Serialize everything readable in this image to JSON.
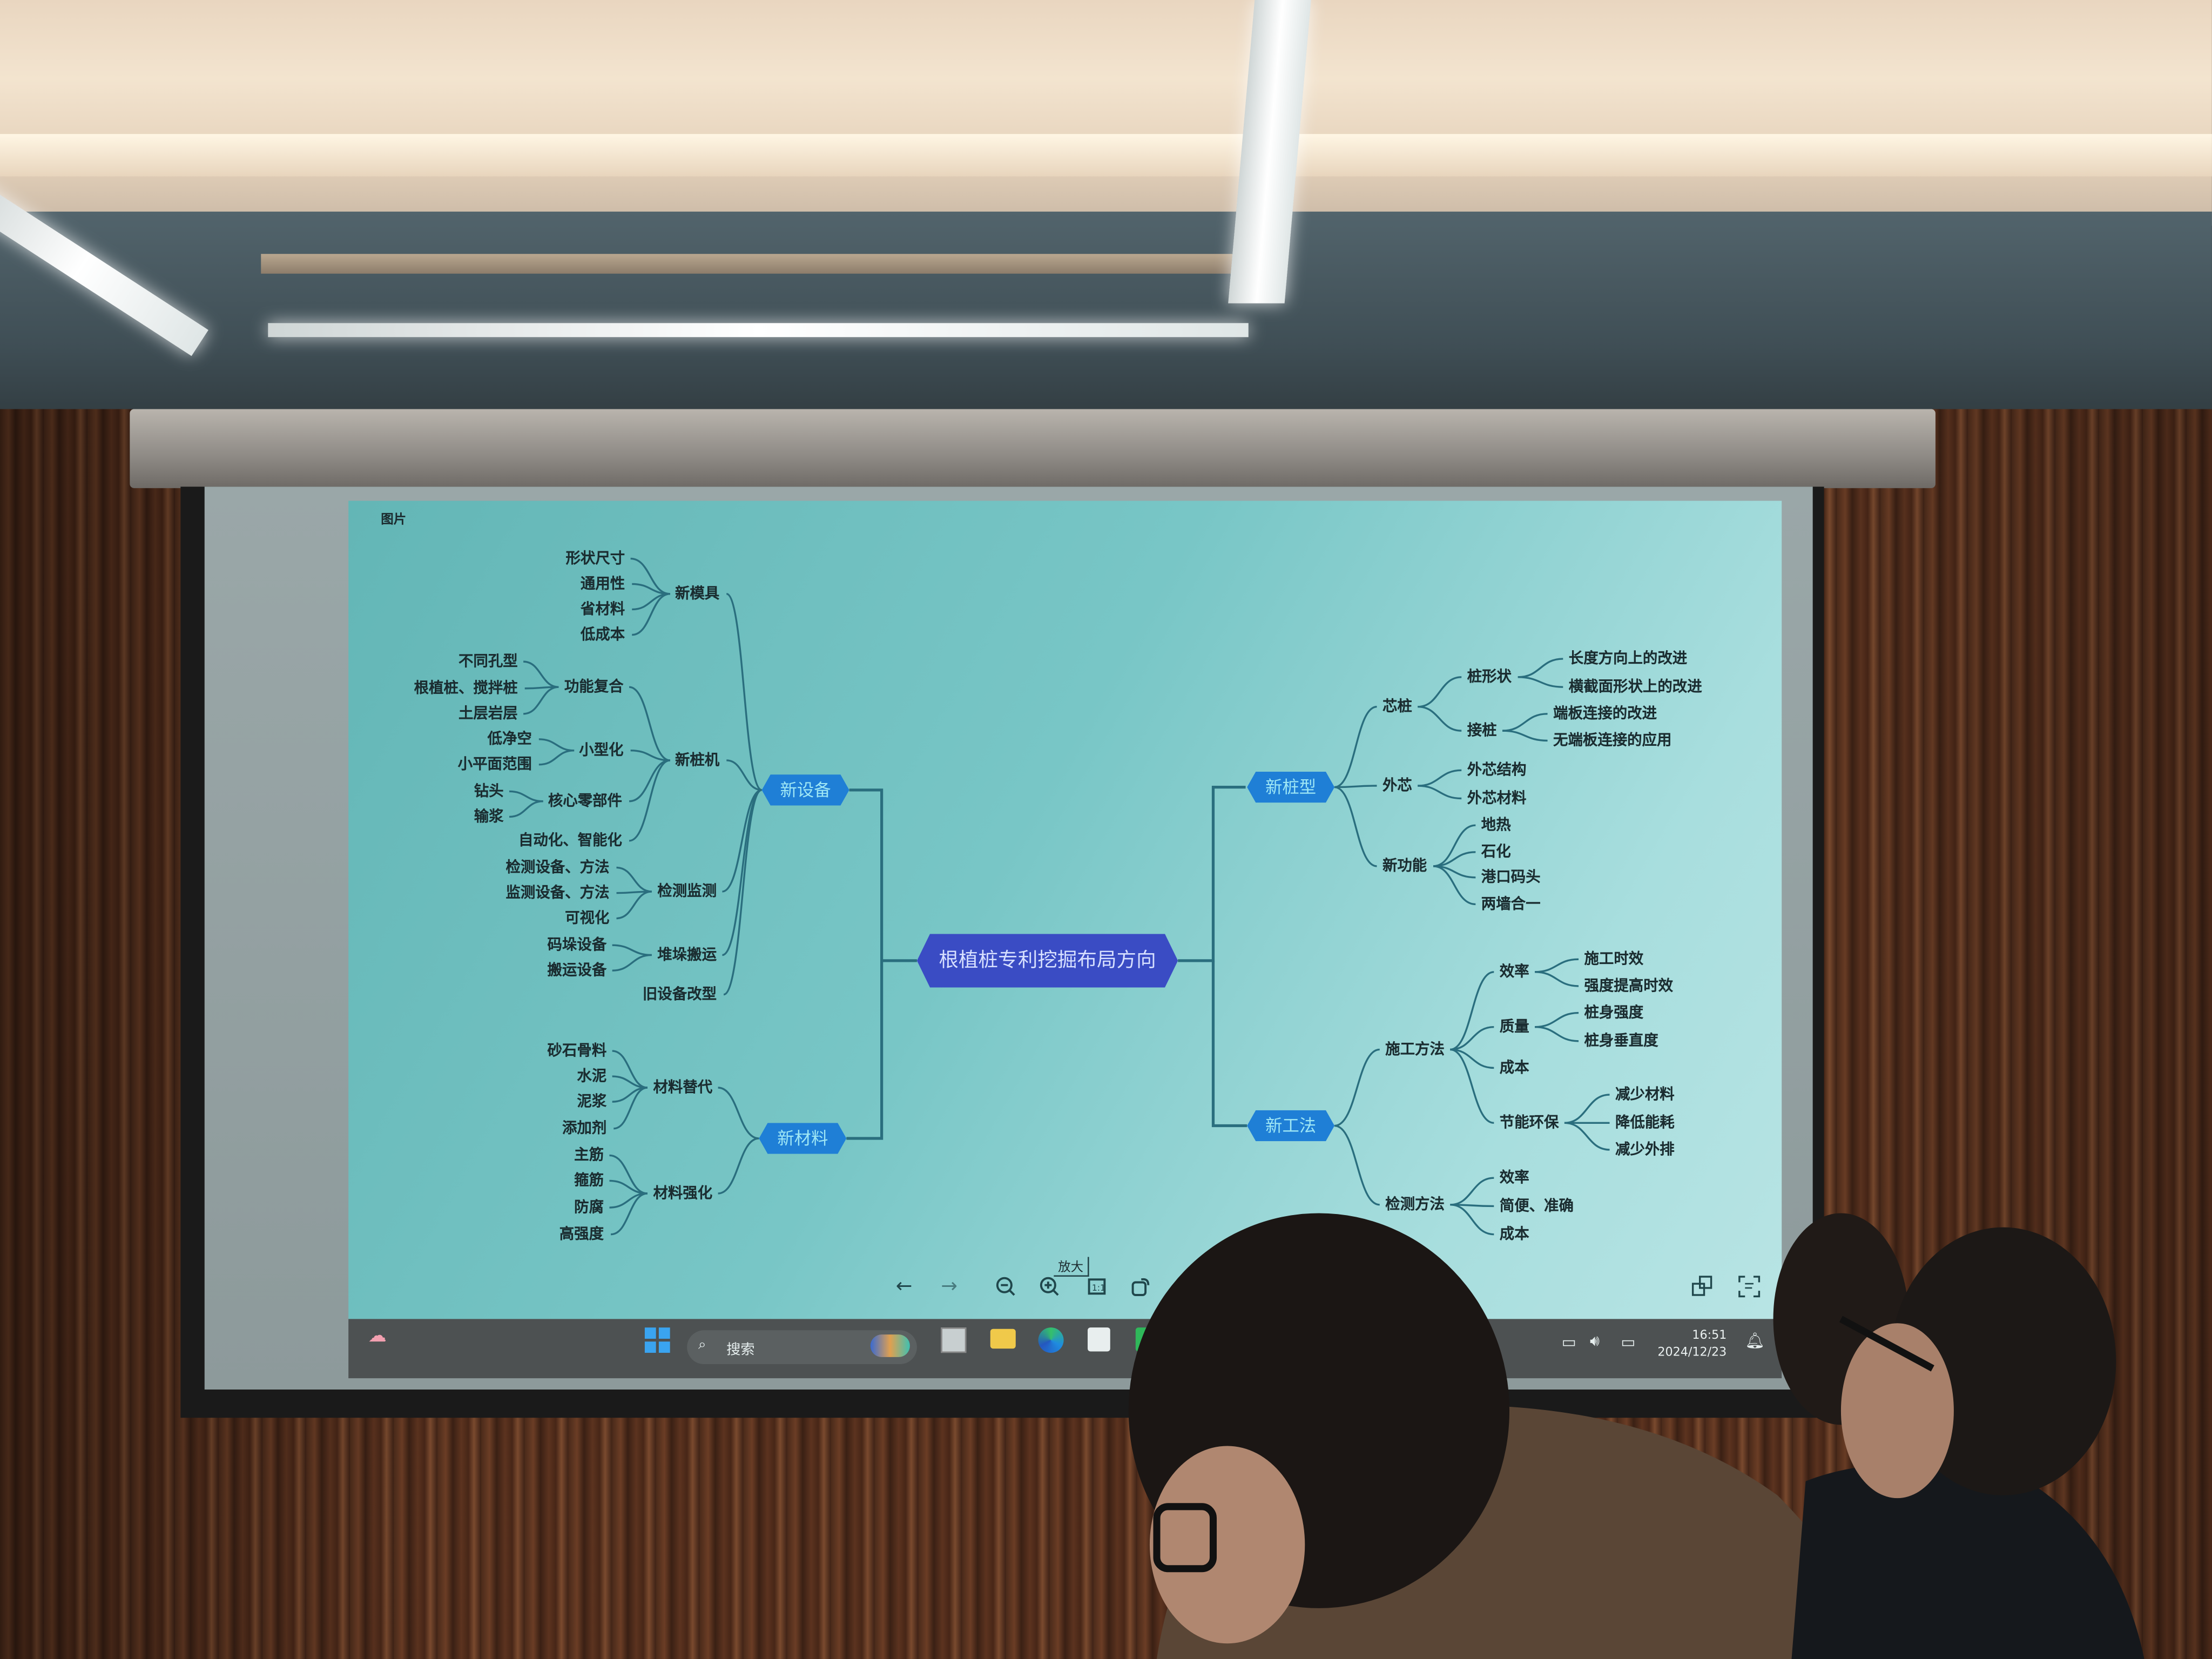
{
  "viewer": {
    "title": "图片",
    "tooltip": "放大",
    "toolbar": {
      "prev_icon": "arrow-left-icon",
      "next_icon": "arrow-right-icon",
      "zoom_out_icon": "zoom-out-icon",
      "zoom_in_icon": "zoom-in-icon",
      "actual_size_icon": "actual-size-icon",
      "rotate_icon": "rotate-icon",
      "visual_search_icon": "visual-search-icon",
      "text_recognition_icon": "text-scan-icon"
    }
  },
  "mindmap": {
    "root": "根植桩专利挖掘布局方向",
    "left": [
      {
        "label": "新设备",
        "children": [
          {
            "label": "新模具",
            "children": [
              {
                "label": "形状尺寸"
              },
              {
                "label": "通用性"
              },
              {
                "label": "省材料"
              },
              {
                "label": "低成本"
              }
            ]
          },
          {
            "label": "新桩机",
            "children": [
              {
                "label": "功能复合",
                "children": [
                  {
                    "label": "不同孔型"
                  },
                  {
                    "label": "根植桩、搅拌桩"
                  },
                  {
                    "label": "土层岩层"
                  }
                ]
              },
              {
                "label": "小型化",
                "children": [
                  {
                    "label": "低净空"
                  },
                  {
                    "label": "小平面范围"
                  }
                ]
              },
              {
                "label": "核心零部件",
                "children": [
                  {
                    "label": "钻头"
                  },
                  {
                    "label": "输浆"
                  }
                ]
              },
              {
                "label": "自动化、智能化"
              }
            ]
          },
          {
            "label": "检测监测",
            "children": [
              {
                "label": "检测设备、方法"
              },
              {
                "label": "监测设备、方法"
              },
              {
                "label": "可视化"
              }
            ]
          },
          {
            "label": "堆垛搬运",
            "children": [
              {
                "label": "码垛设备"
              },
              {
                "label": "搬运设备"
              }
            ]
          },
          {
            "label": "旧设备改型"
          }
        ]
      },
      {
        "label": "新材料",
        "children": [
          {
            "label": "材料替代",
            "children": [
              {
                "label": "砂石骨料"
              },
              {
                "label": "水泥"
              },
              {
                "label": "泥浆"
              },
              {
                "label": "添加剂"
              }
            ]
          },
          {
            "label": "材料强化",
            "children": [
              {
                "label": "主筋"
              },
              {
                "label": "箍筋"
              },
              {
                "label": "防腐"
              },
              {
                "label": "高强度"
              }
            ]
          }
        ]
      }
    ],
    "right": [
      {
        "label": "新桩型",
        "children": [
          {
            "label": "芯桩",
            "children": [
              {
                "label": "桩形状",
                "children": [
                  {
                    "label": "长度方向上的改进"
                  },
                  {
                    "label": "横截面形状上的改进"
                  }
                ]
              },
              {
                "label": "接桩",
                "children": [
                  {
                    "label": "端板连接的改进"
                  },
                  {
                    "label": "无端板连接的应用"
                  }
                ]
              }
            ]
          },
          {
            "label": "外芯",
            "children": [
              {
                "label": "外芯结构"
              },
              {
                "label": "外芯材料"
              }
            ]
          },
          {
            "label": "新功能",
            "children": [
              {
                "label": "地热"
              },
              {
                "label": "石化"
              },
              {
                "label": "港口码头"
              },
              {
                "label": "两墙合一"
              }
            ]
          }
        ]
      },
      {
        "label": "新工法",
        "children": [
          {
            "label": "施工方法",
            "children": [
              {
                "label": "效率",
                "children": [
                  {
                    "label": "施工时效"
                  },
                  {
                    "label": "强度提高时效"
                  }
                ]
              },
              {
                "label": "质量",
                "children": [
                  {
                    "label": "桩身强度"
                  },
                  {
                    "label": "桩身垂直度"
                  }
                ]
              },
              {
                "label": "成本"
              },
              {
                "label": "节能环保",
                "children": [
                  {
                    "label": "减少材料"
                  },
                  {
                    "label": "降低能耗"
                  },
                  {
                    "label": "减少外排"
                  }
                ]
              }
            ]
          },
          {
            "label": "检测方法",
            "children": [
              {
                "label": "效率"
              },
              {
                "label": "简便、准确"
              },
              {
                "label": "成本"
              }
            ]
          }
        ]
      }
    ]
  },
  "taskbar": {
    "search_placeholder": "搜索",
    "time": "16:51",
    "date": "2024/12/23",
    "apps": [
      "weather-icon",
      "start-icon",
      "search-icon",
      "copilot-icon",
      "task-view-icon",
      "file-explorer-icon",
      "edge-icon",
      "store-icon",
      "green-app-icon"
    ],
    "tray": [
      "network-icon",
      "volume-icon",
      "battery-icon",
      "notification-bell-icon"
    ]
  },
  "colors": {
    "mindmap_bg": "#78c6c6",
    "root_node": "#3a4cc4",
    "branch_node": "#1f7fd6",
    "link": "#2a6e7e",
    "taskbar": "#4d5152"
  }
}
